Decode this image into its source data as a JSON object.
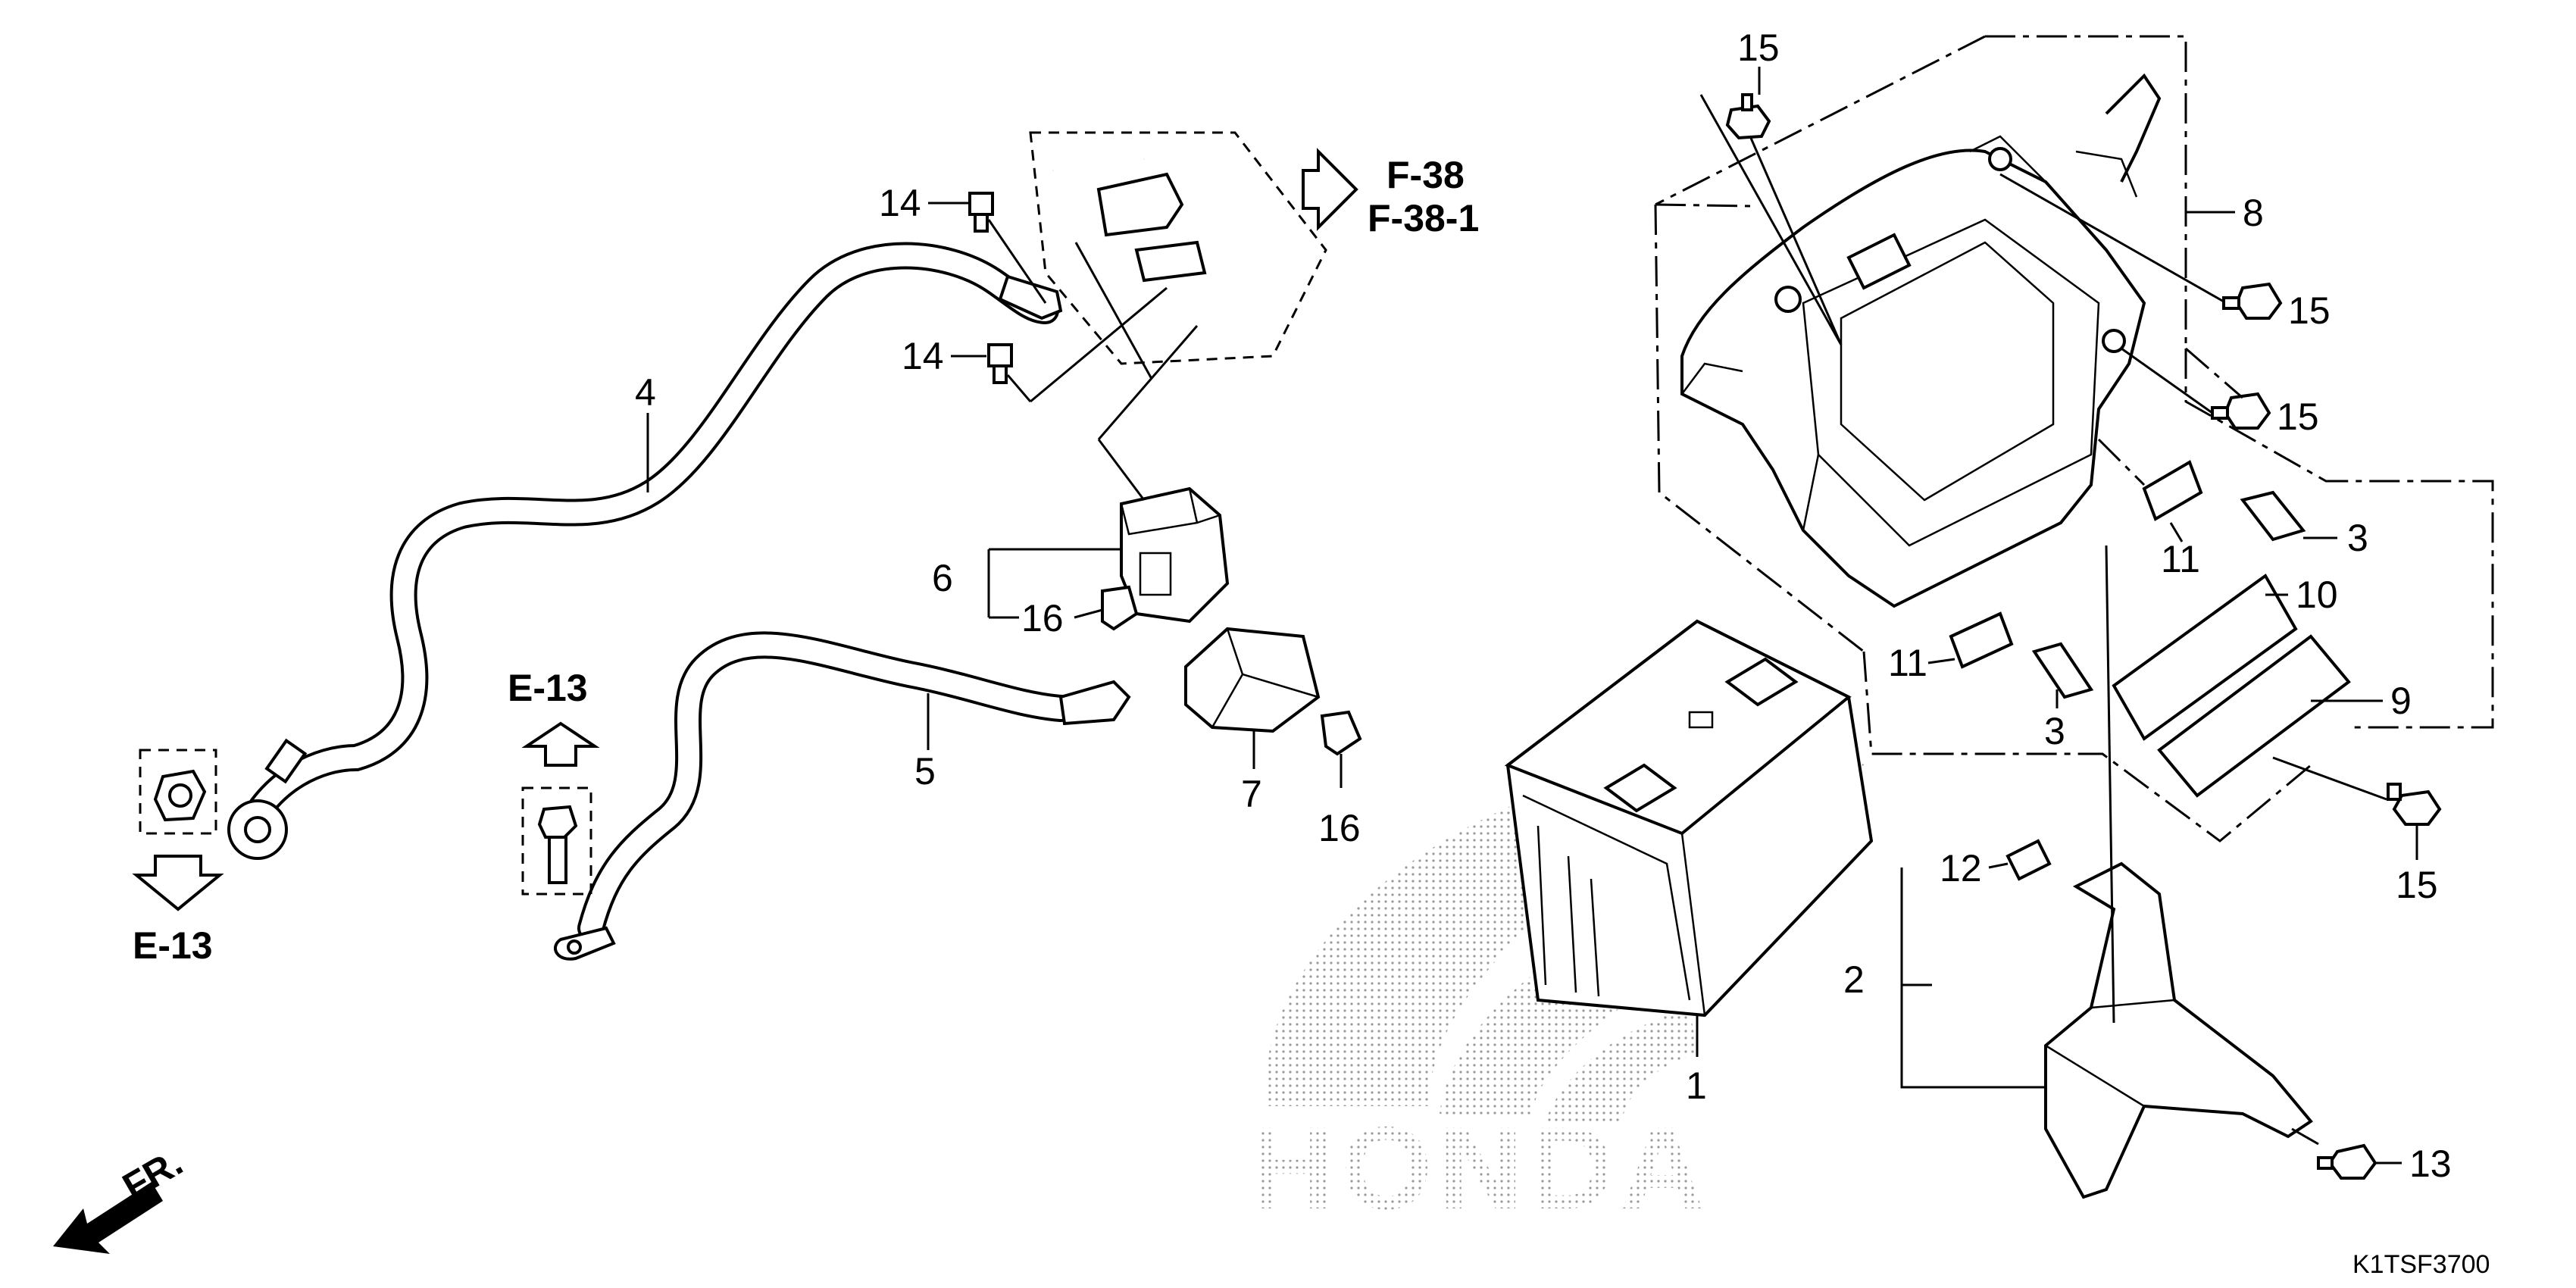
{
  "diagram": {
    "code": "K1TSF3700",
    "direction_label": "FR.",
    "watermark": "HONDA",
    "refs": {
      "f38": "F-38",
      "f38_1": "F-38-1",
      "e13_top": "E-13",
      "e13_bottom": "E-13"
    },
    "callouts": {
      "p1": "1",
      "p2": "2",
      "p3a": "3",
      "p3b": "3",
      "p4": "4",
      "p5": "5",
      "p6": "6",
      "p7": "7",
      "p8": "8",
      "p9": "9",
      "p10": "10",
      "p11a": "11",
      "p11b": "11",
      "p12": "12",
      "p13": "13",
      "p14a": "14",
      "p14b": "14",
      "p15a": "15",
      "p15b": "15",
      "p15c": "15",
      "p15d": "15",
      "p16a": "16",
      "p16b": "16"
    }
  }
}
